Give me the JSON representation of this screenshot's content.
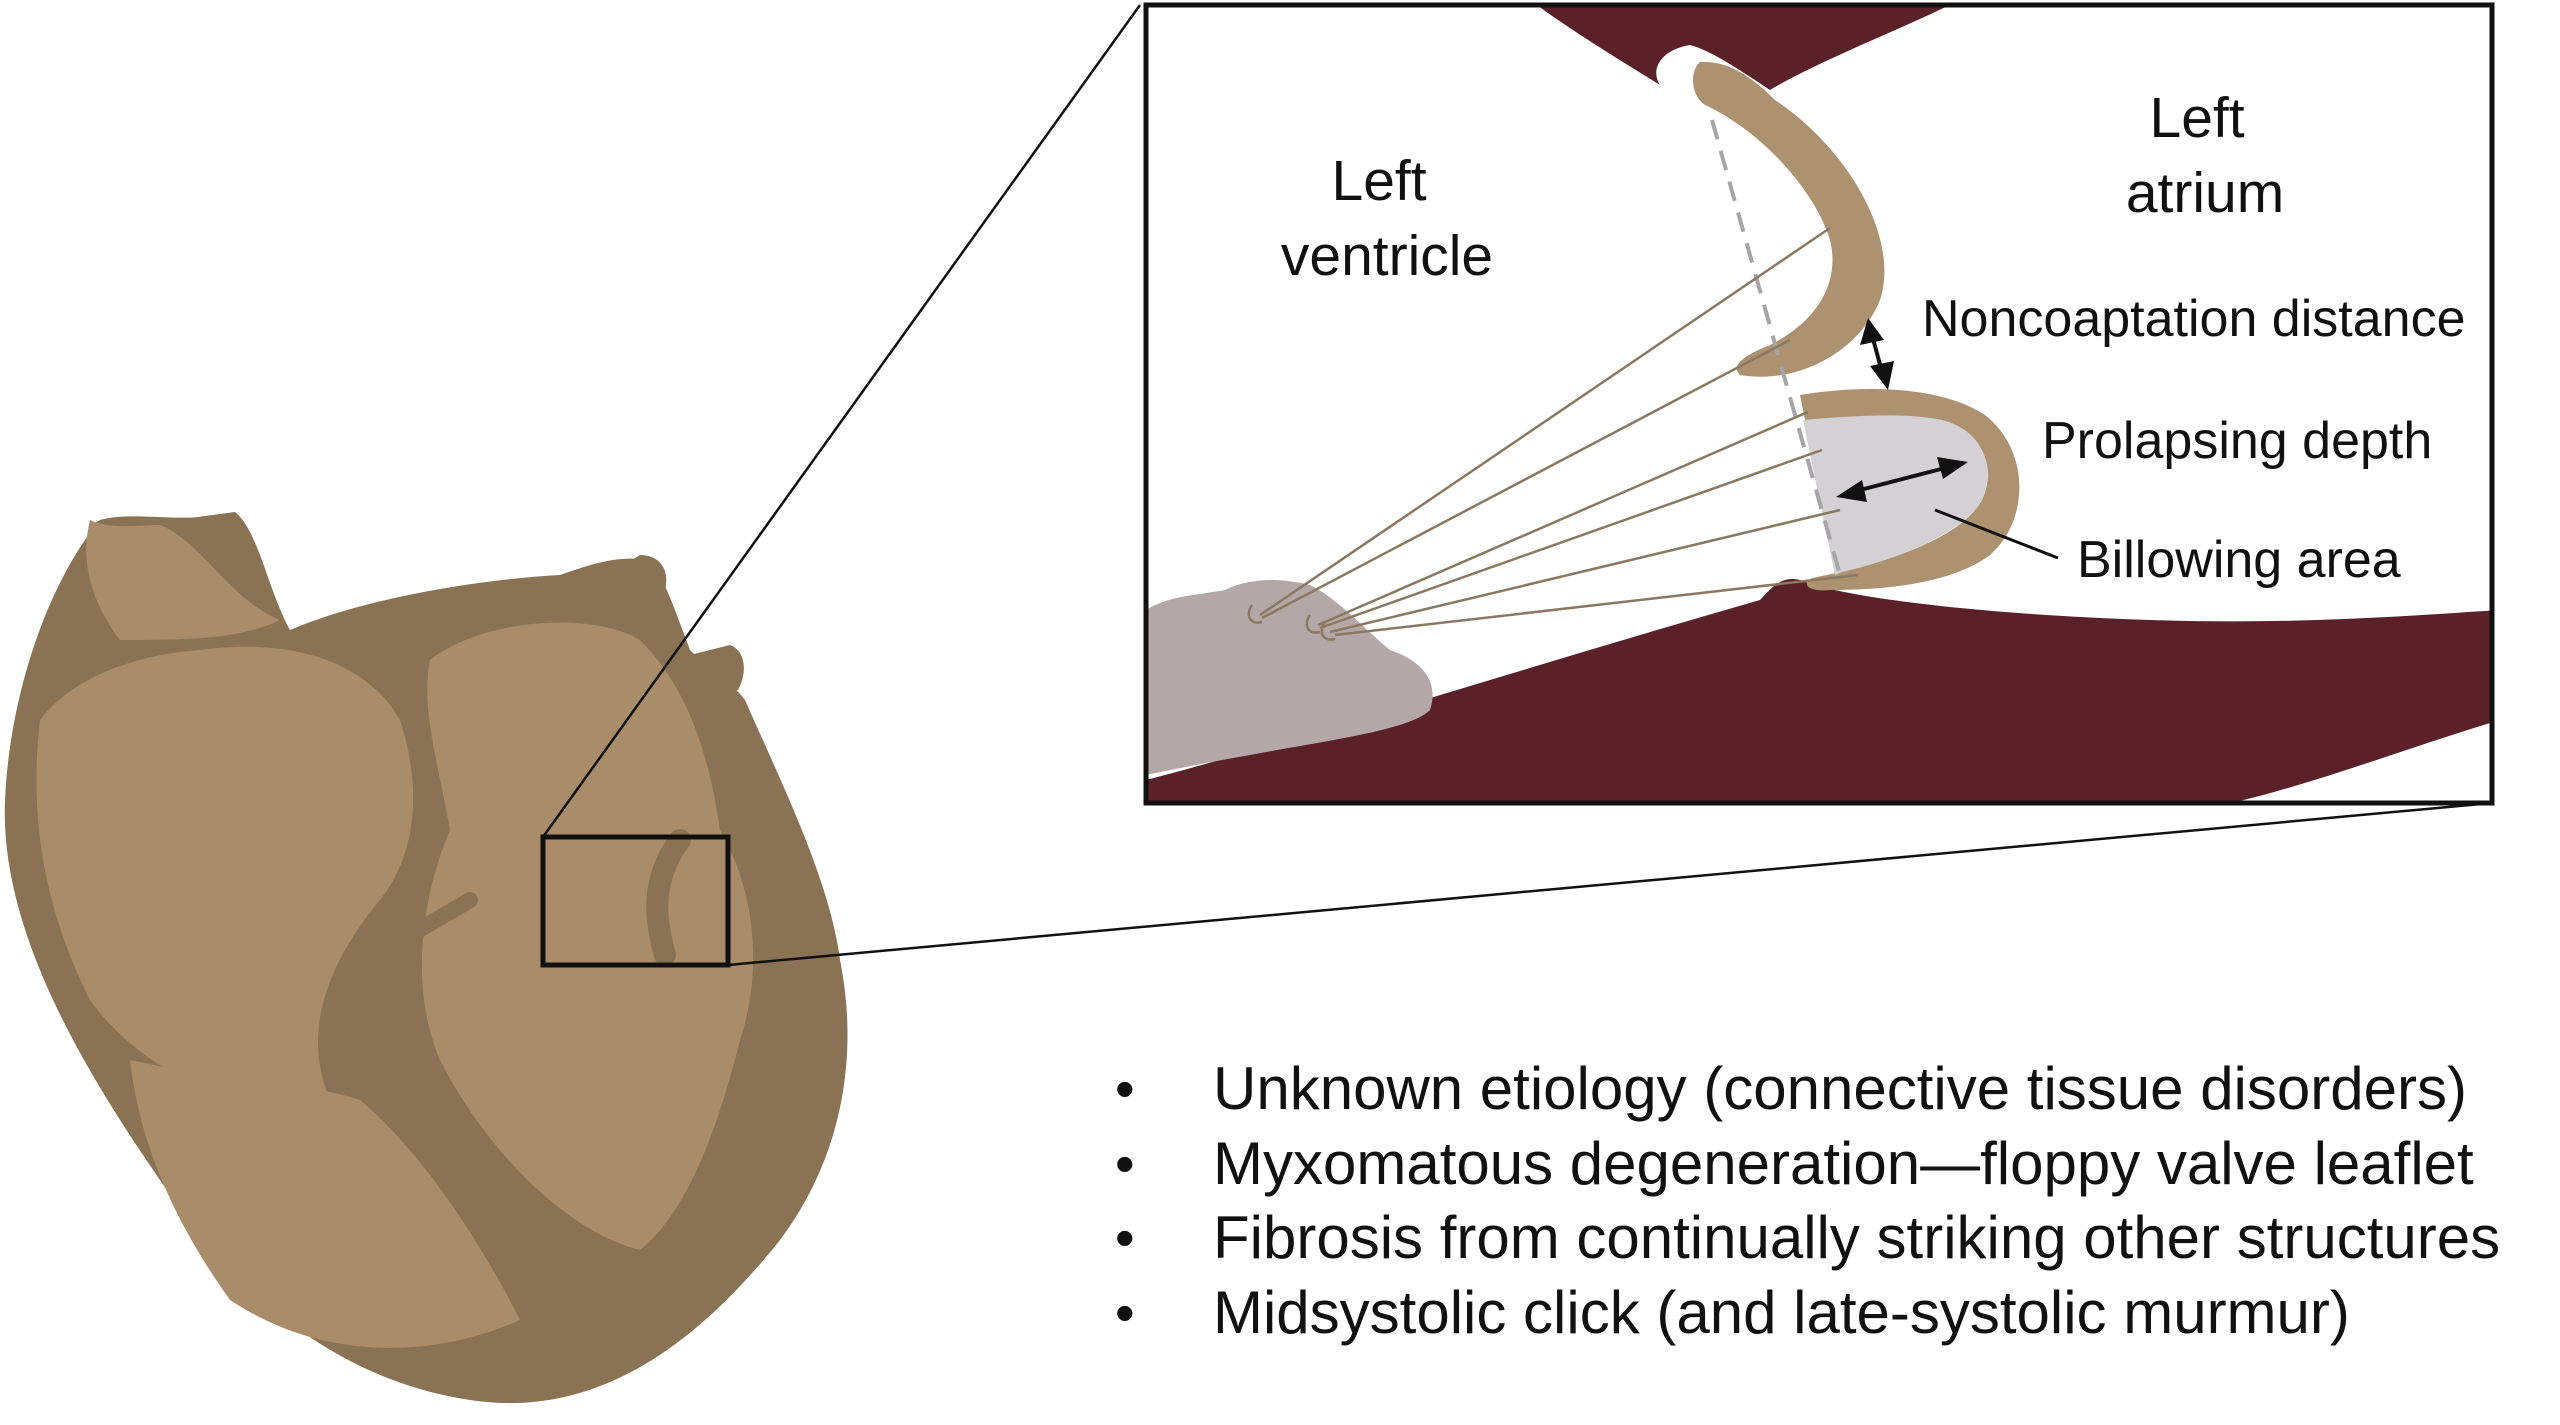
{
  "labels": {
    "left_ventricle": [
      "Left",
      "ventricle"
    ],
    "left_atrium": [
      "Left",
      "atrium"
    ],
    "noncoaptation_distance": "Noncoaptation distance",
    "prolapsing_depth": "Prolapsing depth",
    "billowing_area": "Billowing area"
  },
  "bullets": [
    "Unknown etiology (connective tissue disorders)",
    "Myxomatous degeneration—floppy valve leaflet",
    "Fibrosis from continually striking other structures",
    "Midsystolic click (and late-systolic murmur)"
  ],
  "colors": {
    "heart_light": "#a98d6a",
    "heart_dark": "#8a7254",
    "myocardium": "#5a2129",
    "leaflet": "#ad9272",
    "billowing": "#d4d1d4",
    "papillary": "#b3a8a7",
    "frame": "#111111"
  }
}
